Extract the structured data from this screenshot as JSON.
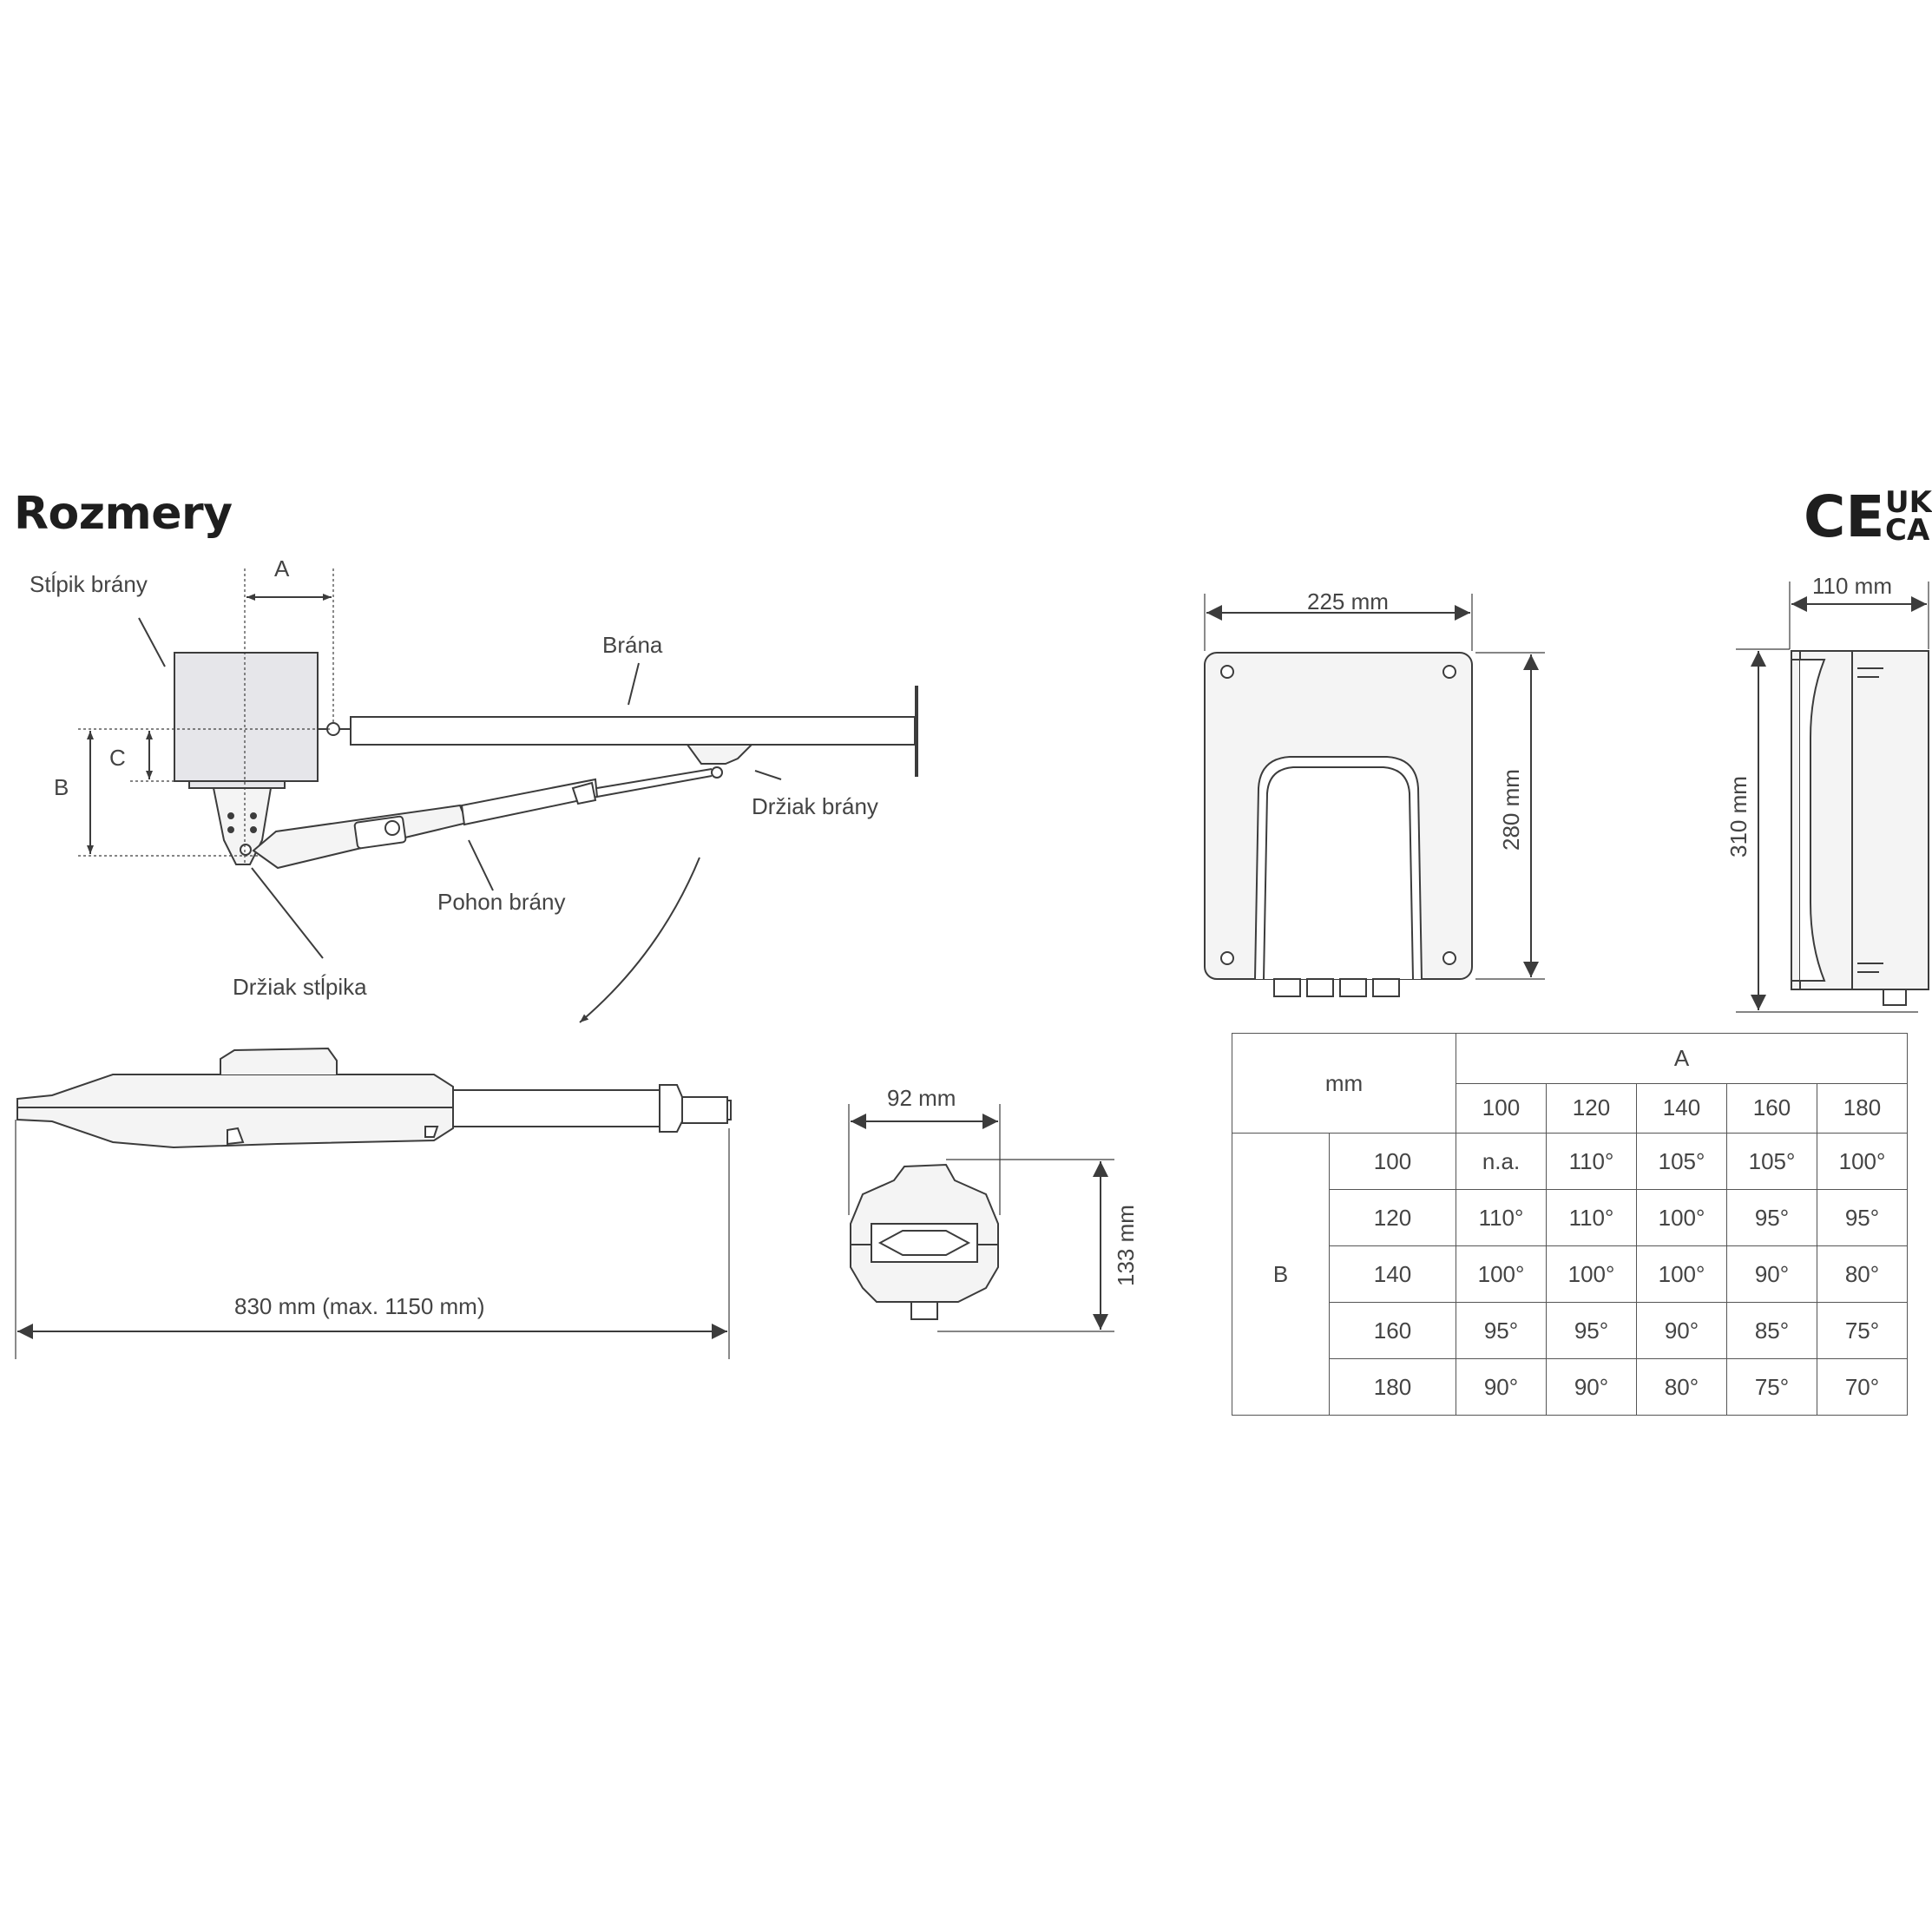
{
  "title": "Rozmery",
  "certifications": {
    "ce": "CE",
    "ukca_top": "UK",
    "ukca_bottom": "CA"
  },
  "installation": {
    "post_label": "Stĺpik brány",
    "gate_label": "Brána",
    "gate_bracket_label": "Držiak brány",
    "drive_label": "Pohon brány",
    "post_bracket_label": "Držiak stĺpika",
    "dim_a": "A",
    "dim_b": "B",
    "dim_c": "C"
  },
  "motor": {
    "length_label": "830 mm (max. 1150 mm)",
    "width_label": "92 mm",
    "height_label": "133 mm"
  },
  "control_box": {
    "width_label": "225 mm",
    "height_label": "280 mm",
    "depth_label": "110 mm",
    "side_height_label": "310 mm"
  },
  "angle_table": {
    "unit": "mm",
    "col_axis": "A",
    "row_axis": "B",
    "columns": [
      "100",
      "120",
      "140",
      "160",
      "180"
    ],
    "rows": [
      {
        "b": "100",
        "values": [
          "n.a.",
          "110°",
          "105°",
          "105°",
          "100°"
        ]
      },
      {
        "b": "120",
        "values": [
          "110°",
          "110°",
          "100°",
          "95°",
          "95°"
        ]
      },
      {
        "b": "140",
        "values": [
          "100°",
          "100°",
          "100°",
          "90°",
          "80°"
        ]
      },
      {
        "b": "160",
        "values": [
          "95°",
          "95°",
          "90°",
          "85°",
          "75°"
        ]
      },
      {
        "b": "180",
        "values": [
          "90°",
          "90°",
          "80°",
          "75°",
          "70°"
        ]
      }
    ]
  },
  "colors": {
    "line": "#3c3c3c",
    "post_fill": "#e6e6ea",
    "body_fill": "#f4f4f4"
  }
}
